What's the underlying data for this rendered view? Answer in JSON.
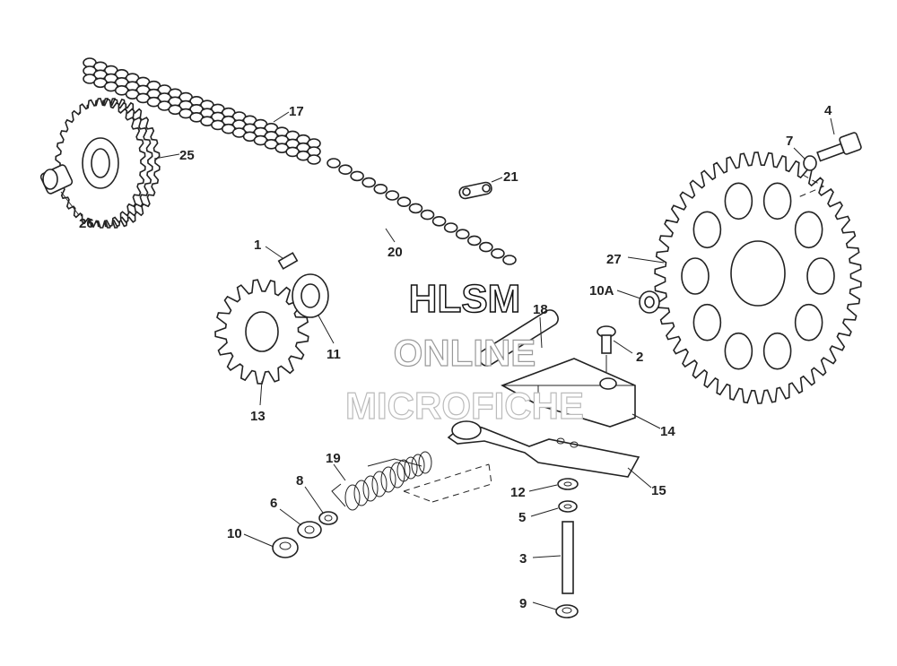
{
  "diagram": {
    "labels": {
      "p17": "17",
      "p25": "25",
      "p26": "26",
      "p21": "21",
      "p20": "20",
      "p4": "4",
      "p7": "7",
      "p27": "27",
      "p1": "1",
      "p11": "11",
      "p13": "13",
      "p18": "18",
      "p10a": "10A",
      "p2": "2",
      "p14": "14",
      "p15": "15",
      "p19": "19",
      "p8": "8",
      "p6": "6",
      "p10": "10",
      "p12": "12",
      "p5": "5",
      "p3": "3",
      "p9": "9"
    },
    "watermark": {
      "line1": "HLSM",
      "line2": "ONLINE",
      "line3": "MICROFICHE"
    }
  }
}
